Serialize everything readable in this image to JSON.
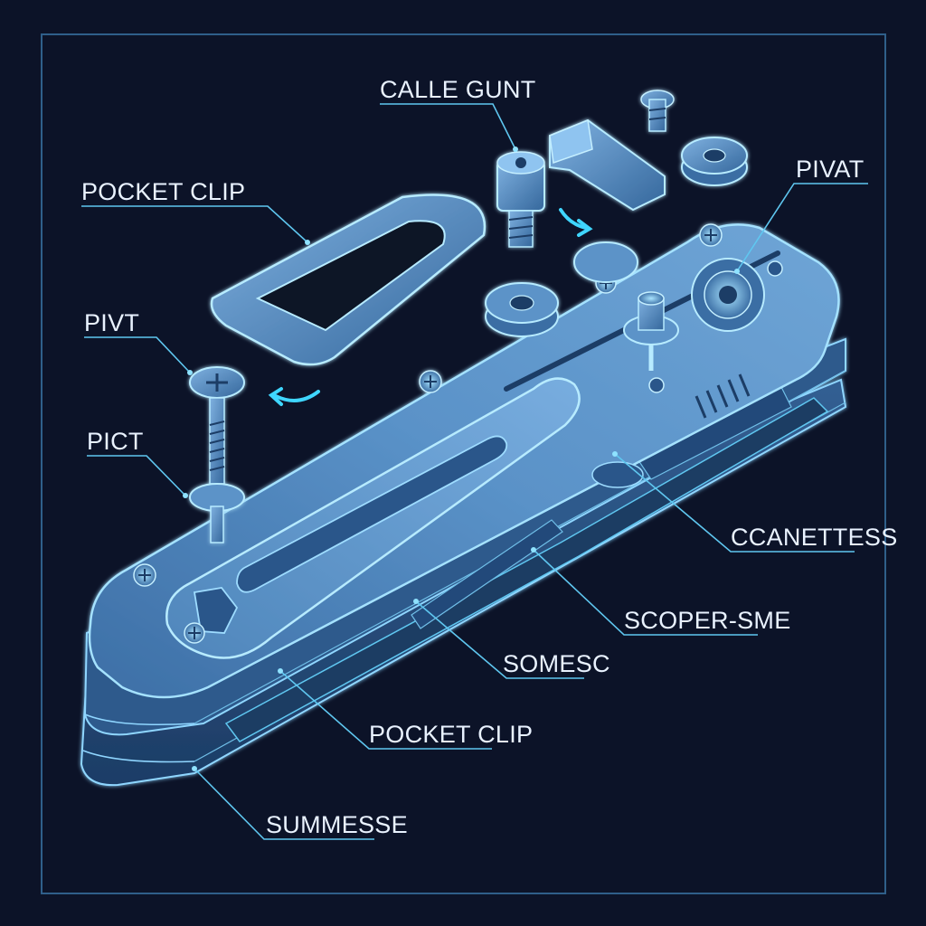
{
  "colors": {
    "background": "#0c1328",
    "frame": "#2f5f8a",
    "metal_light": "#7fb1e0",
    "metal_mid": "#4f86bb",
    "metal_dark": "#28507e",
    "edge_glow": "#8fd6ff",
    "leader": "#5fc7f0",
    "arrow": "#3fd6ff",
    "label_text": "#e9f2ff"
  },
  "labels": {
    "calle_gunt": "CALLE GUNT",
    "pocket_clip_top": "POCKET CLIP",
    "pivat": "PIVAT",
    "pivt": "PIVT",
    "pict": "PICT",
    "ccanettess": "CCANETTESS",
    "scoper_sme": "SCOPER-SME",
    "somesc": "SOMESC",
    "pocket_clip_bottom": "POCKET CLIP",
    "summesse": "SUMMESSE"
  },
  "icons": {
    "screw": "screw-icon",
    "washer": "washer-icon",
    "arrow": "curved-arrow-icon"
  }
}
